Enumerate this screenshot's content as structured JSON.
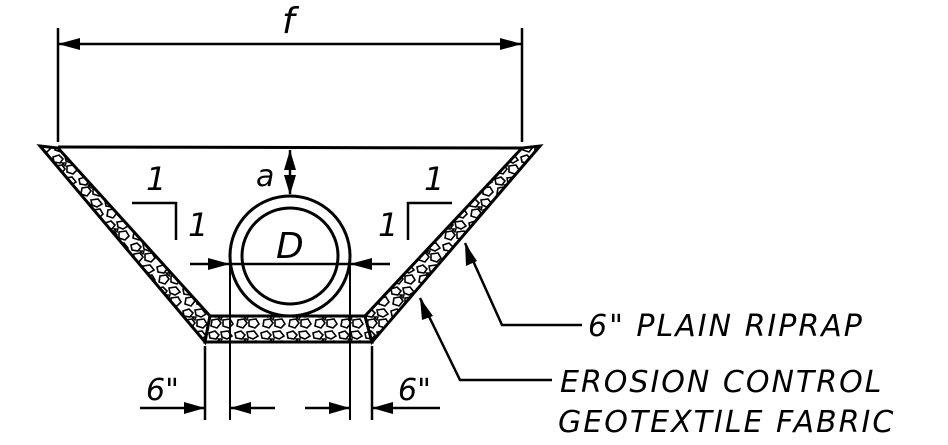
{
  "diagram": {
    "dimension_top_width": "f",
    "dimension_cover": "a",
    "pipe_diameter": "D",
    "side_slope_left_rise": "1",
    "side_slope_left_run": "1",
    "side_slope_right_rise": "1",
    "side_slope_right_run": "1",
    "offset_left": "6\"",
    "offset_right": "6\"",
    "callout_riprap": "6\" PLAIN RIPRAP",
    "callout_fabric_line1": "EROSION CONTROL",
    "callout_fabric_line2": "GEOTEXTILE FABRIC"
  },
  "colors": {
    "ink": "#000000",
    "background": "#ffffff"
  }
}
